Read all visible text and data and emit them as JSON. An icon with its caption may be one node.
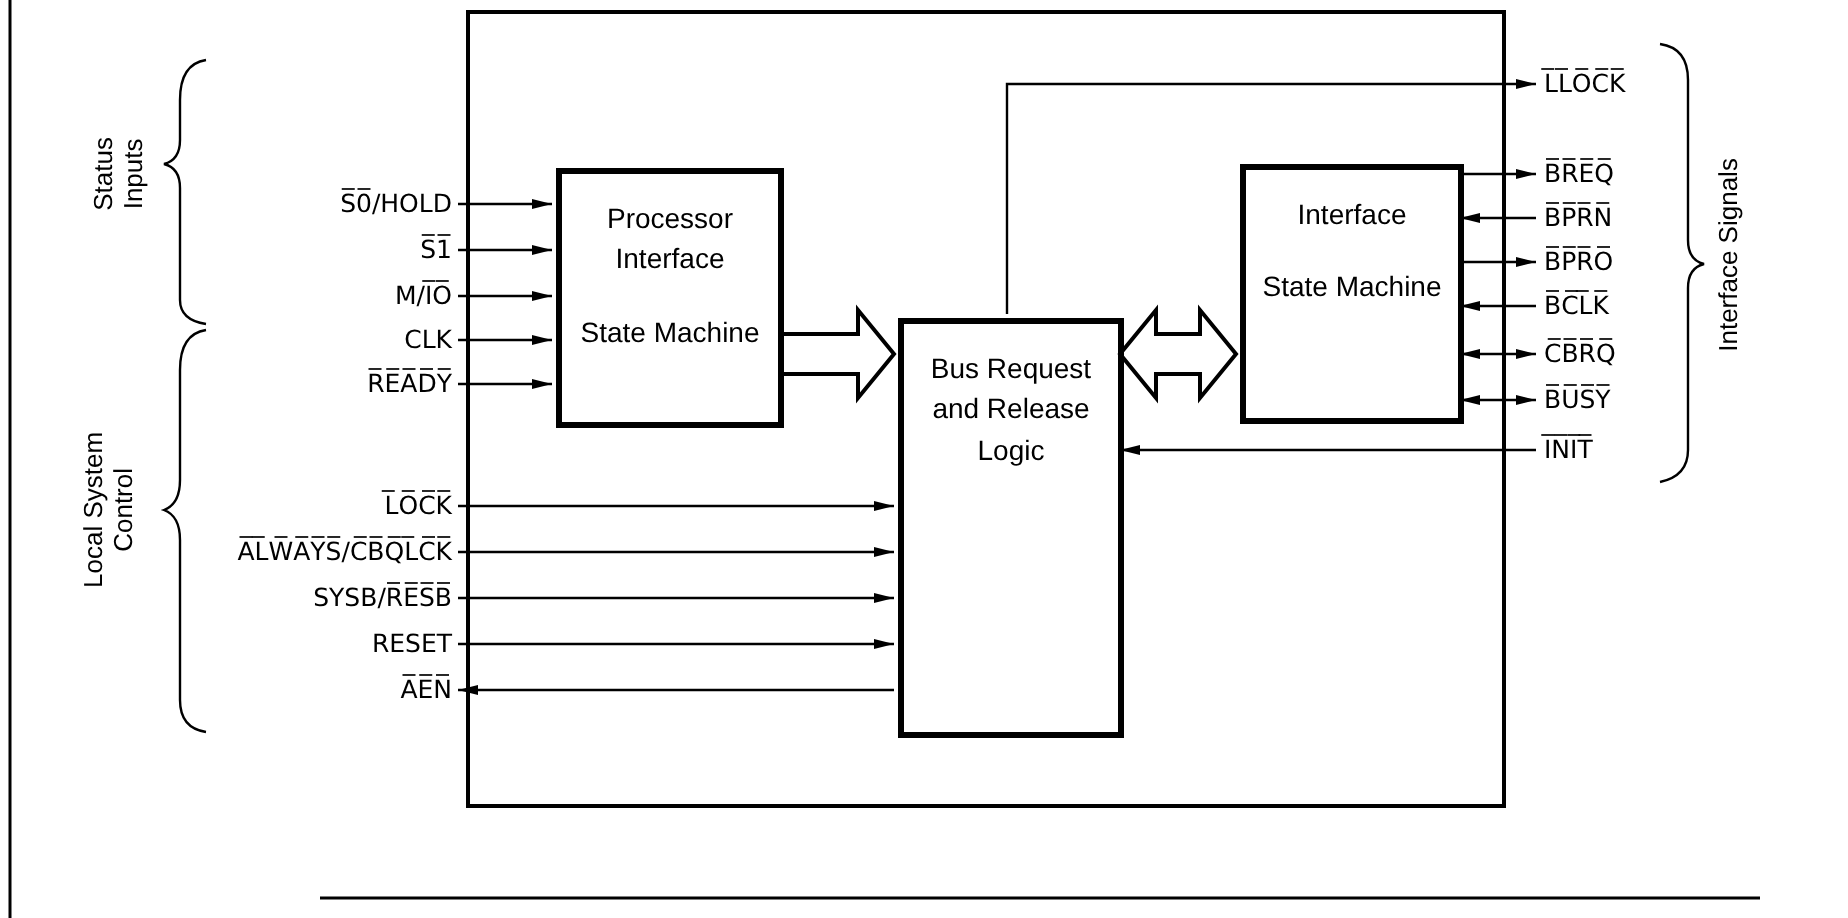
{
  "diagram": {
    "nodes": [
      {
        "text": [],
        "shape": "box"
      },
      {
        "text": [
          "Processor Interface",
          "State Machine"
        ],
        "in": 0
      },
      {
        "text": [
          "Bus Request and Release Logic"
        ],
        "in": 0
      },
      {
        "text": [
          "Interface",
          "State Machine"
        ],
        "in": 0
      },
      {
        "text": [
          "S̅0̅/HOLD"
        ]
      },
      {
        "text": [
          "S̅1̅"
        ]
      },
      {
        "text": [
          "M/I̅O̅"
        ]
      },
      {
        "text": [
          "CLK"
        ]
      },
      {
        "text": [
          "R̅E̅A̅D̅Y̅"
        ]
      },
      {
        "text": [
          "L̅O̅C̅K̅"
        ]
      },
      {
        "text": [
          "A̅L̅W̅A̅Y̅S̅/C̅B̅Q̅L̅C̅K̅"
        ]
      },
      {
        "text": [
          "SYSB/R̅E̅S̅B̅"
        ]
      },
      {
        "text": [
          "RESET"
        ]
      },
      {
        "text": [
          "A̅E̅N̅"
        ]
      },
      {
        "text": [
          "L̅L̅O̅C̅K̅"
        ]
      },
      {
        "text": [
          "B̅R̅E̅Q̅"
        ]
      },
      {
        "text": [
          "B̅P̅R̅N̅"
        ]
      },
      {
        "text": [
          "B̅P̅R̅O̅"
        ]
      },
      {
        "text": [
          "B̅C̅L̅K̅"
        ]
      },
      {
        "text": [
          "C̅B̅R̅Q̅"
        ]
      },
      {
        "text": [
          "B̅U̅S̅Y̅"
        ]
      },
      {
        "text": [
          "I̅N̅I̅T̅"
        ]
      }
    ],
    "edges": [
      {
        "from": 4,
        "to": 1,
        "arrow": "to"
      },
      {
        "from": 5,
        "to": 1,
        "arrow": "to"
      },
      {
        "from": 6,
        "to": 1,
        "arrow": "to"
      },
      {
        "from": 7,
        "to": 1,
        "arrow": "to"
      },
      {
        "from": 8,
        "to": 1,
        "arrow": "to"
      },
      {
        "from": 9,
        "to": 2,
        "arrow": "to"
      },
      {
        "from": 10,
        "to": 2,
        "arrow": "to"
      },
      {
        "from": 11,
        "to": 2,
        "arrow": "to"
      },
      {
        "from": 12,
        "to": 2,
        "arrow": "to"
      },
      {
        "from": 2,
        "to": 13,
        "arrow": "to"
      },
      {
        "from": 1,
        "to": 2,
        "arrow": "to",
        "style": "thick"
      },
      {
        "from": 2,
        "to": 3,
        "arrow": "both",
        "style": "thick"
      },
      {
        "from": 2,
        "to": 14,
        "arrow": "to"
      },
      {
        "from": 3,
        "to": 15,
        "arrow": "to"
      },
      {
        "from": 16,
        "to": 3,
        "arrow": "to"
      },
      {
        "from": 3,
        "to": 17,
        "arrow": "to"
      },
      {
        "from": 18,
        "to": 3,
        "arrow": "to"
      },
      {
        "from": 3,
        "to": 19,
        "arrow": "both"
      },
      {
        "from": 3,
        "to": 20,
        "arrow": "both"
      },
      {
        "from": 21,
        "to": 2,
        "arrow": "to"
      }
    ],
    "labels": [
      "Status Inputs",
      "Local System Control",
      "Interface Signals"
    ]
  }
}
